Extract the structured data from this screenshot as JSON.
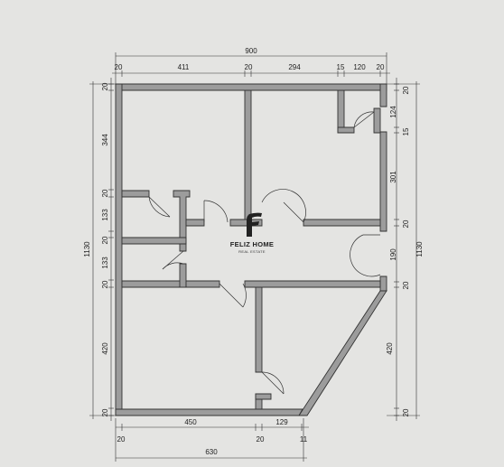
{
  "dimensions": {
    "top_total": "900",
    "top_segments": [
      "20",
      "411",
      "20",
      "294",
      "15",
      "120",
      "20"
    ],
    "bottom_segments": [
      "450",
      "129"
    ],
    "bottom_ticks": [
      "20",
      "20",
      "11"
    ],
    "bottom_total": "630",
    "left_inner": [
      "20",
      "344",
      "20",
      "133",
      "20",
      "133",
      "20",
      "420",
      "20"
    ],
    "left_total": "1130",
    "right_inner": [
      "20",
      "124",
      "15",
      "301",
      "20",
      "190",
      "20",
      "420",
      "20"
    ],
    "right_total": "1130"
  },
  "logo": {
    "name": "FELIZ HOME",
    "tagline": "REAL ESTATE",
    "icon": "feliz-home-logo-icon"
  },
  "colors": {
    "paper": "#e4e4e2",
    "wall_fill": "#9c9c9c",
    "line": "#333333"
  }
}
